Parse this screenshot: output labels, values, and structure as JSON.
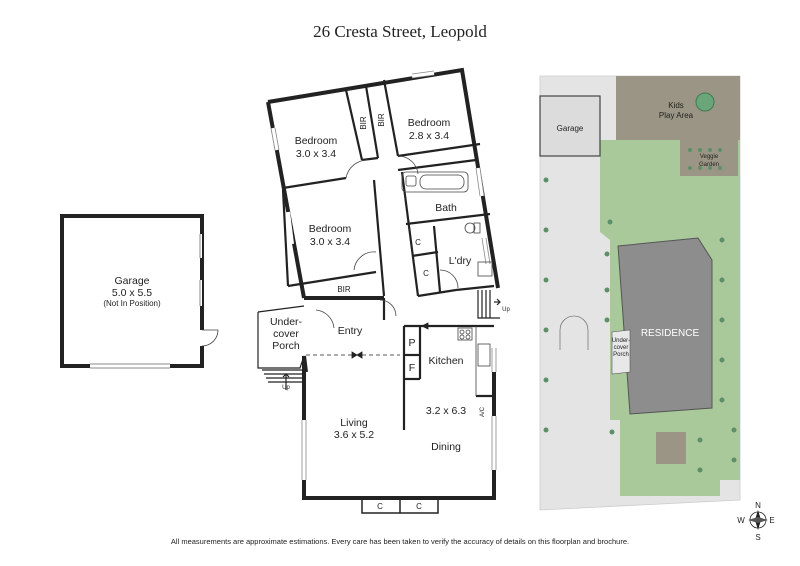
{
  "title": "26 Cresta Street, Leopold",
  "disclaimer": "All measurements are approximate estimations. Every care has been taken to verify the accuracy of details on this floorplan and brochure.",
  "garage": {
    "name": "Garage",
    "dims": "5.0 x 5.5",
    "note": "(Not In Position)"
  },
  "rooms": {
    "bedroom1": {
      "name": "Bedroom",
      "dims": "3.0 x 3.4"
    },
    "bedroom2": {
      "name": "Bedroom",
      "dims": "2.8 x 3.4"
    },
    "bedroom3": {
      "name": "Bedroom",
      "dims": "3.0 x 3.4"
    },
    "bir": "BIR",
    "bath": "Bath",
    "laundry": "L'dry",
    "cupboard": "C",
    "entry": "Entry",
    "porch_line1": "Under-",
    "porch_line2": "cover",
    "porch_line3": "Porch",
    "kitchen": "Kitchen",
    "kitchen_dims": "3.2 x 6.3",
    "pantry": "P",
    "fridge": "F",
    "ac": "A/C",
    "living": "Living",
    "living_dims": "3.6 x 5.2",
    "dining": "Dining",
    "up": "Up"
  },
  "site": {
    "garage": "Garage",
    "kids_play_line1": "Kids",
    "kids_play_line2": "Play Area",
    "veggie_line1": "Veggie",
    "veggie_line2": "Garden",
    "residence": "RESIDENCE",
    "porch_line1": "Under-",
    "porch_line2": "cover",
    "porch_line3": "Porch"
  },
  "compass": {
    "n": "N",
    "s": "S",
    "e": "E",
    "w": "W"
  },
  "colors": {
    "lawn": "#a9c99b",
    "paving": "#e4e4e4",
    "roof": "#8d8d8d",
    "garden": "#9a9584",
    "walls": "#222222"
  }
}
